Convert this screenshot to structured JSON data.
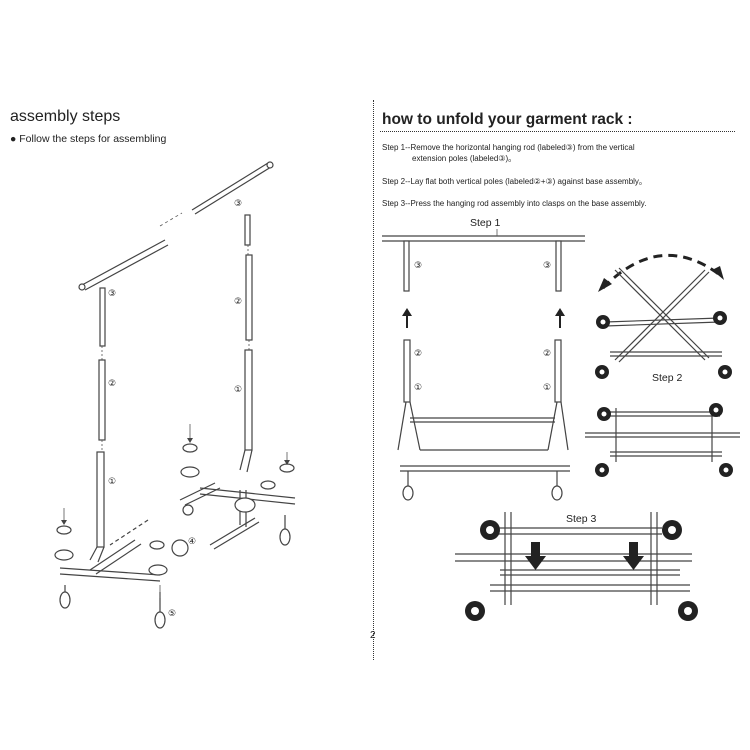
{
  "left": {
    "title": "assembly steps",
    "subtitle": "● Follow the steps for assembling"
  },
  "right": {
    "title": "how to unfold your garment rack :",
    "step1_line1": "Step 1--Remove the horizontal hanging rod (labeled③) from the vertical",
    "step1_line2": "extension poles (labeled③)。",
    "step2": "Step 2--Lay flat both vertical poles (labeled②+③) against base assembly。",
    "step3": "Step 3--Press the hanging rod assembly into clasps on the base assembly."
  },
  "figures": {
    "step1_label": "Step 1",
    "step2_label": "Step 2",
    "step3_label": "Step 3"
  },
  "page_number": "2",
  "part_numbers": {
    "one": "①",
    "two": "②",
    "three": "③",
    "four": "④",
    "five": "⑤"
  }
}
